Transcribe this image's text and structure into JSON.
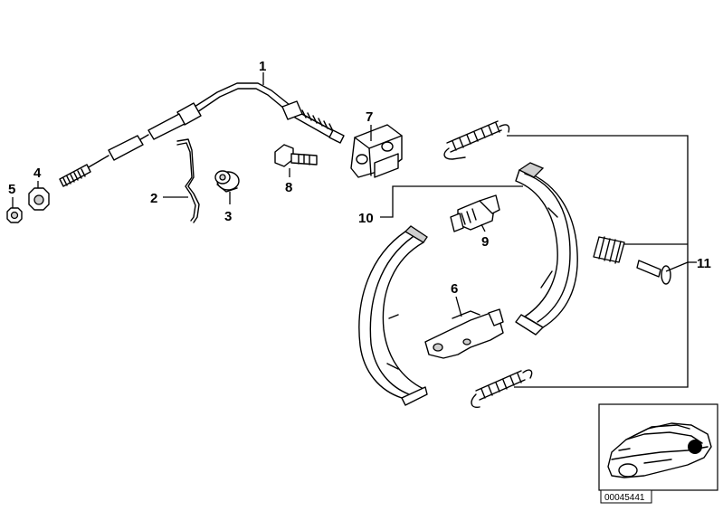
{
  "callouts": {
    "c1": "1",
    "c2": "2",
    "c3": "3",
    "c4": "4",
    "c5": "5",
    "c6": "6",
    "c7": "7",
    "c8": "8",
    "c9": "9",
    "c10": "10",
    "c11": "11"
  },
  "inset": {
    "document_number": "00045441"
  }
}
